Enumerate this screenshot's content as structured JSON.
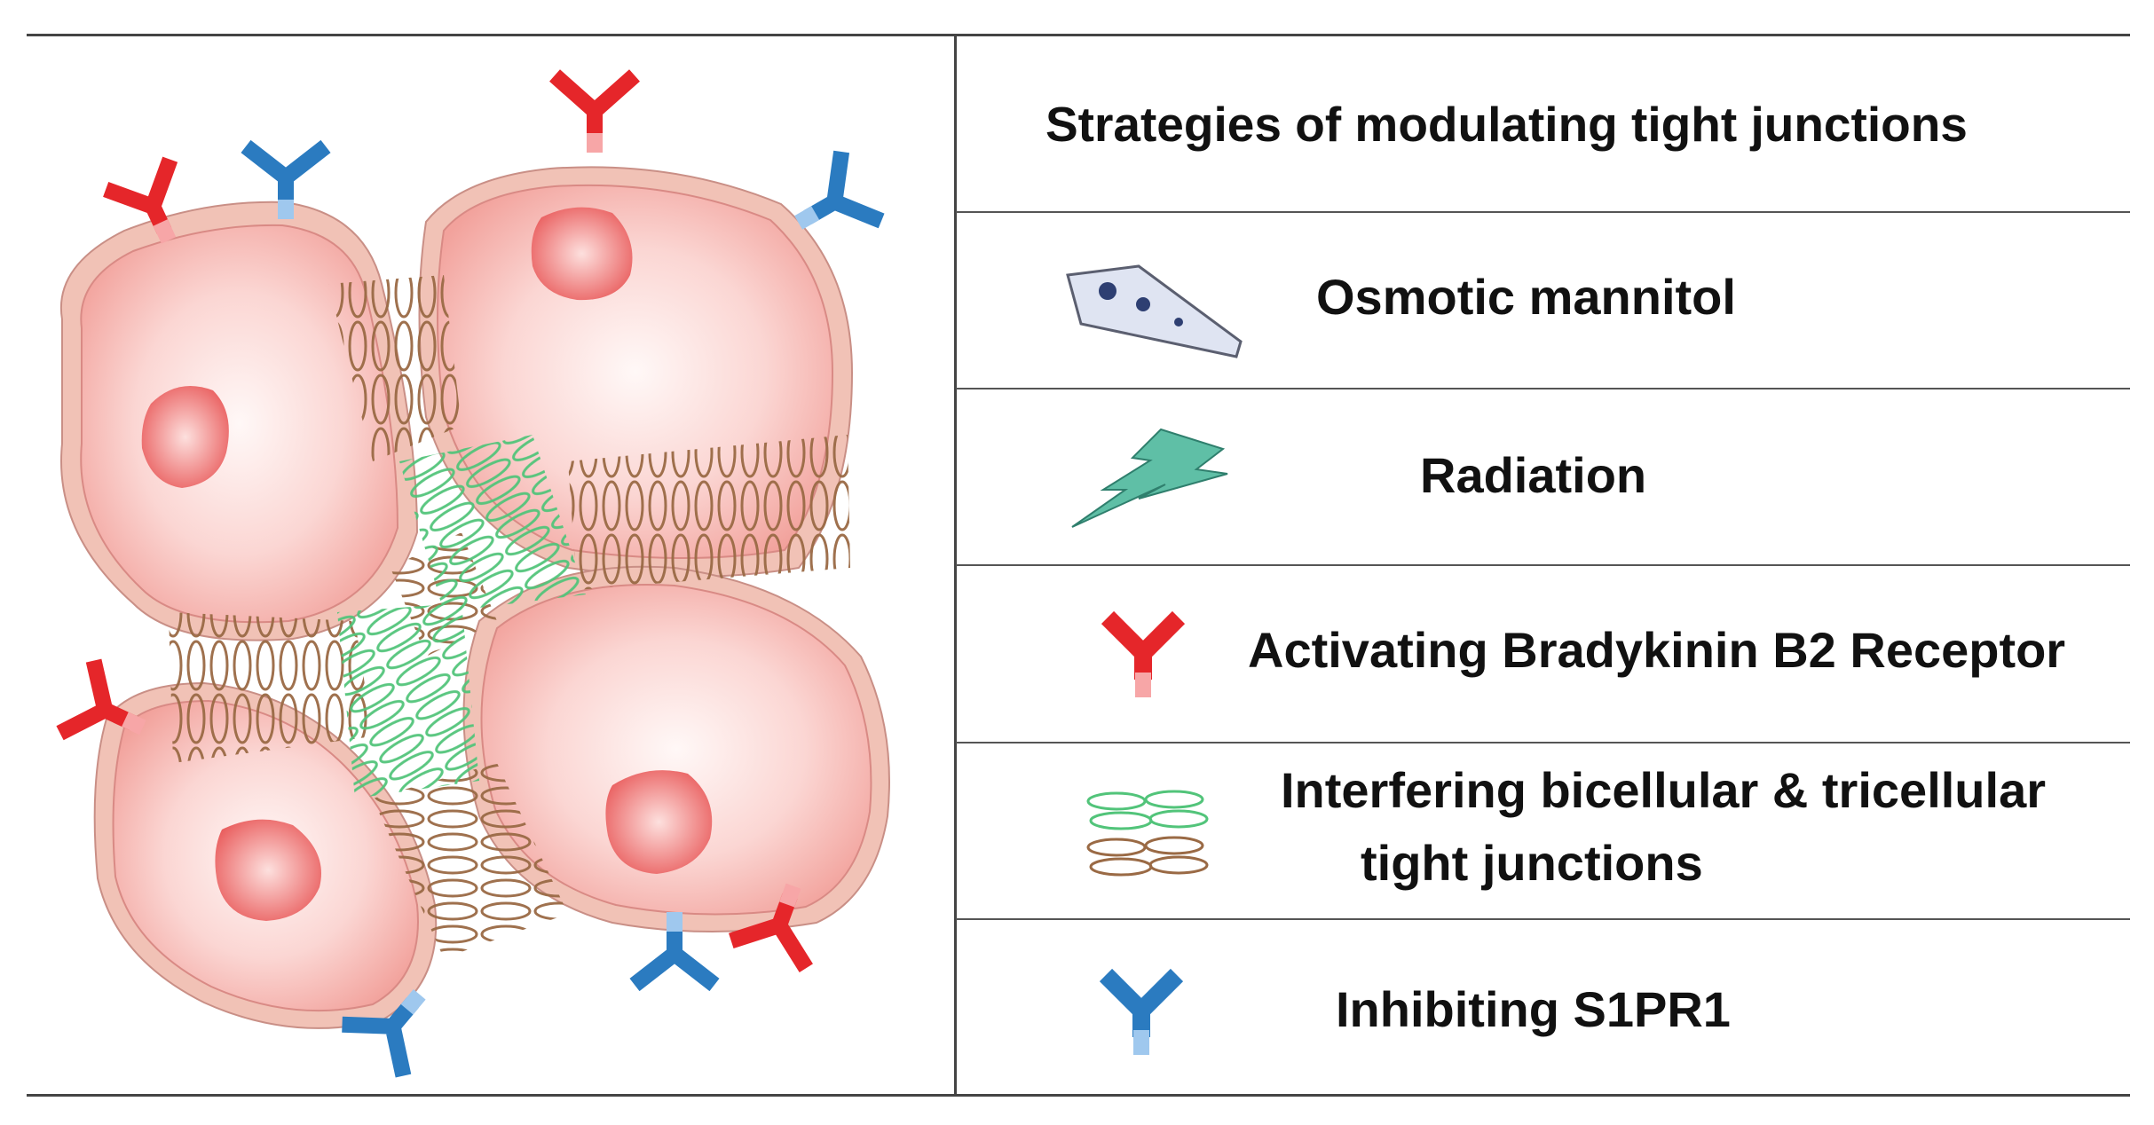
{
  "header": {
    "title": "Strategies of modulating tight junctions"
  },
  "strategies": [
    {
      "icon": "mannitol-crystal-icon",
      "label": "Osmotic mannitol"
    },
    {
      "icon": "radiation-bolt-icon",
      "label": "Radiation"
    },
    {
      "icon": "red-receptor-icon",
      "label": "Activating Bradykinin B2 Receptor"
    },
    {
      "icon": "tight-junction-strands-icon",
      "label_line1": "Interfering bicellular & tricellular",
      "label_line2": "tight junctions"
    },
    {
      "icon": "blue-receptor-icon",
      "label": "Inhibiting S1PR1"
    }
  ],
  "colors": {
    "bradykinin_receptor": "#e5262a",
    "s1pr1_receptor": "#2b7bc0",
    "tricellular_junction": "#52c47a",
    "bicellular_junction": "#9a6a45",
    "radiation": "#5fbfa6",
    "cell_fill": "#f6b8b3",
    "nucleus": "#ec6b6b"
  }
}
